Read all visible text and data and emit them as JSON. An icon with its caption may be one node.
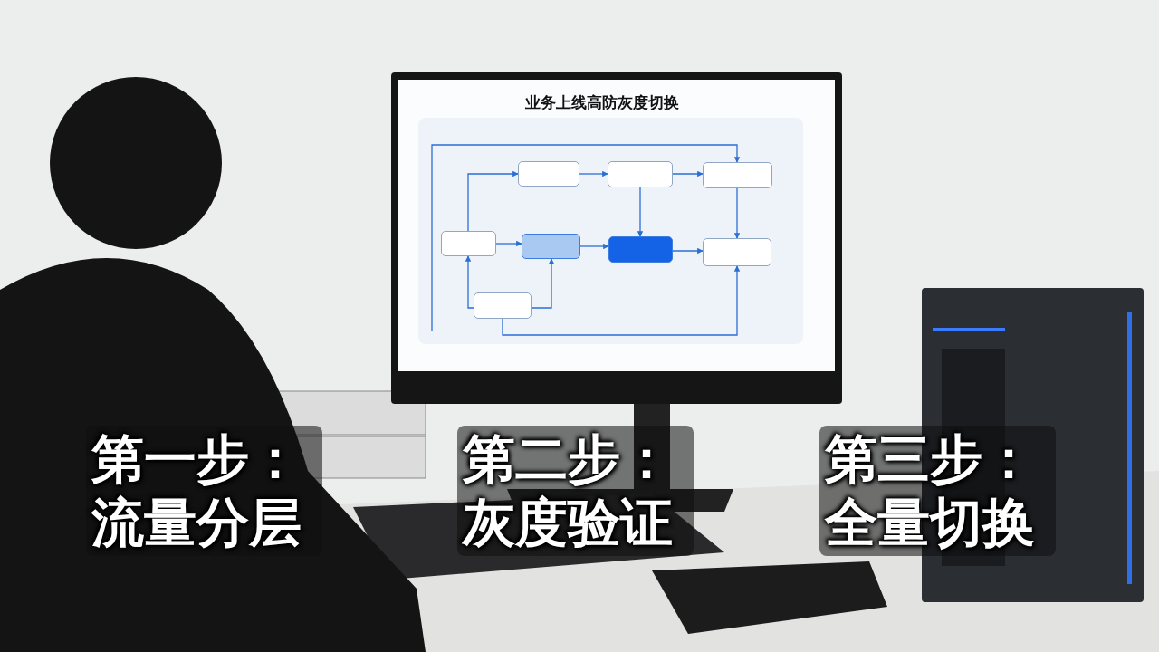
{
  "diagram": {
    "title": "业务上线高防灰度切换",
    "nodes": [
      {
        "text": [],
        "shape": "box"
      },
      {
        "text": [],
        "shape": "box"
      },
      {
        "text": [],
        "shape": "box"
      },
      {
        "text": [],
        "shape": "box"
      },
      {
        "text": [],
        "shape": "box"
      },
      {
        "text": [],
        "shape": "box"
      },
      {
        "text": [],
        "shape": "box"
      },
      {
        "text": [],
        "shape": "box"
      }
    ],
    "edges": [
      {
        "from": 0,
        "to": 1,
        "arrow": "to"
      },
      {
        "from": 1,
        "to": 2,
        "arrow": "to"
      },
      {
        "from": 3,
        "to": 4,
        "arrow": "to"
      },
      {
        "from": 4,
        "to": 5,
        "arrow": "to"
      },
      {
        "from": 5,
        "to": 6,
        "arrow": "to"
      },
      {
        "from": 1,
        "to": 5,
        "arrow": "to"
      },
      {
        "from": 2,
        "to": 6,
        "arrow": "to"
      },
      {
        "from": 3,
        "to": 0,
        "arrow": "to"
      },
      {
        "from": 7,
        "to": 3,
        "arrow": "to"
      },
      {
        "from": 7,
        "to": 4,
        "arrow": "to"
      },
      {
        "from": 7,
        "to": 6,
        "arrow": "to"
      },
      {
        "from": null,
        "to": 2,
        "arrow": "to"
      }
    ],
    "labels": [
      "第一步：流量分层",
      "第二步：灰度验证",
      "第三步：全量切换"
    ]
  }
}
